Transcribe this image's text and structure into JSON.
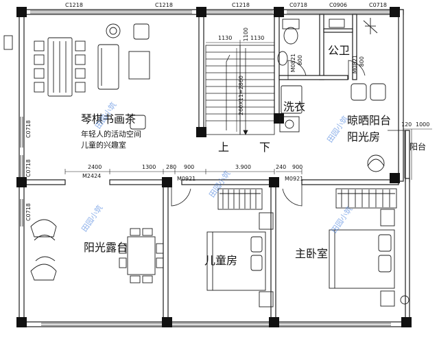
{
  "window_codes": {
    "top": [
      "C1218",
      "C1218",
      "C1218",
      "C0718",
      "C0906",
      "C0718"
    ],
    "left": [
      "C0718",
      "C0718",
      "C0718"
    ]
  },
  "door_codes": {
    "m2424": "M2424",
    "m0921_left": "M0921",
    "m0921_right": "M0921",
    "m0821_a": "M0821",
    "m0821_b": "M0821"
  },
  "dimensions": {
    "stair_1130_left": "1130",
    "stair_1100": "1100",
    "stair_1130_right": "1130",
    "stair_run": "260X11=2860",
    "bottom_2400": "2400",
    "bottom_1300": "1300",
    "bottom_280": "280",
    "bottom_900_a": "900",
    "bottom_3900": "3.900",
    "bottom_240": "240",
    "bottom_900_b": "900",
    "door_800_a": "800",
    "door_800_b": "800",
    "right_120": "120",
    "right_1000": "1000"
  },
  "rooms": {
    "leisure": "琴棋书画茶",
    "leisure_note_1": "年轻人的活动空间",
    "leisure_note_2": "儿童的兴趣室",
    "stair_up": "上",
    "stair_down": "下",
    "toilet": "公卫",
    "laundry": "洗衣",
    "sun_room_1": "晾晒阳台",
    "sun_room_2": "阳光房",
    "balcony": "阳台",
    "terrace": "阳光露台",
    "kids_room": "儿童房",
    "master_bedroom": "主卧室"
  },
  "watermark": "田园小筑",
  "colors": {
    "wall": "#111111",
    "line": "#1a1a1a",
    "watermark": "#2f6fd8"
  }
}
